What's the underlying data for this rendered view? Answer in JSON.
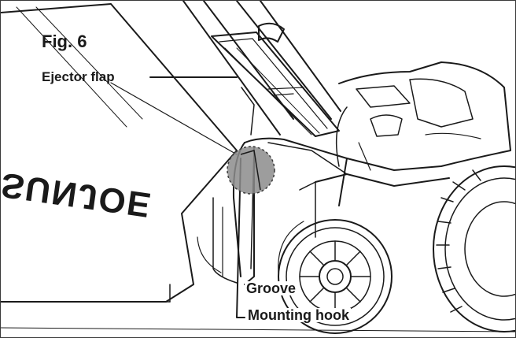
{
  "figure": {
    "number_label": "Fig. 6",
    "brand_text": "SUNJOE"
  },
  "callouts": {
    "ejector_flap": "Ejector flap",
    "groove": "Groove",
    "mounting_hook": "Mounting hook"
  },
  "colors": {
    "line": "#1a1a1a",
    "highlight_circle": "#8c8c8c",
    "background": "#ffffff"
  }
}
